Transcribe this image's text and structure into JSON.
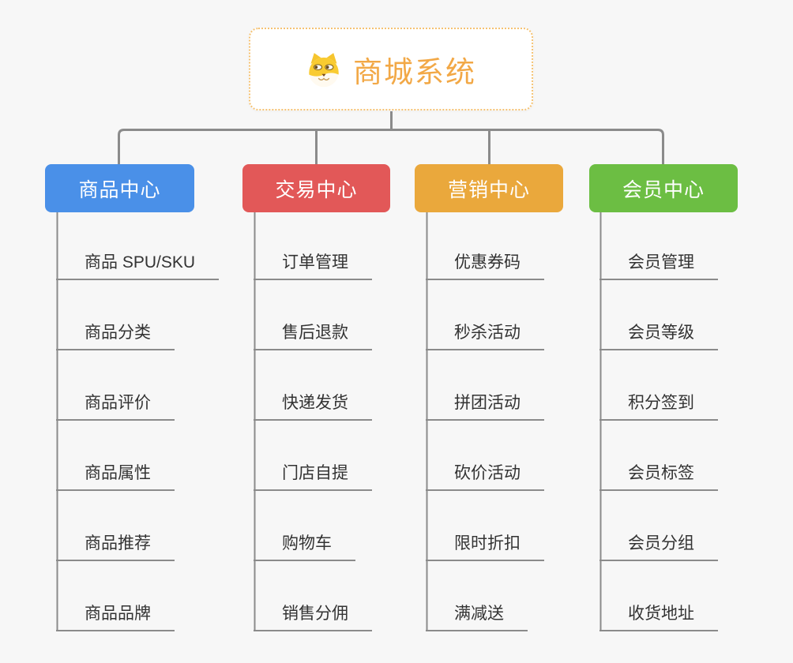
{
  "canvas": {
    "background": "#f7f7f7",
    "connector_color": "#8b8b8b"
  },
  "root": {
    "title": "商城系统",
    "icon": "shiba-dog-icon",
    "text_color": "#f2a846",
    "border_color": "#f5c272"
  },
  "branches": [
    {
      "label": "商品中心",
      "color": "#4a90e8",
      "items": [
        "商品 SPU/SKU",
        "商品分类",
        "商品评价",
        "商品属性",
        "商品推荐",
        "商品品牌"
      ]
    },
    {
      "label": "交易中心",
      "color": "#e25858",
      "items": [
        "订单管理",
        "售后退款",
        "快递发货",
        "门店自提",
        "购物车",
        "销售分佣"
      ]
    },
    {
      "label": "营销中心",
      "color": "#eaa83c",
      "items": [
        "优惠券码",
        "秒杀活动",
        "拼团活动",
        "砍价活动",
        "限时折扣",
        "满减送"
      ]
    },
    {
      "label": "会员中心",
      "color": "#6cbe43",
      "items": [
        "会员管理",
        "会员等级",
        "积分签到",
        "会员标签",
        "会员分组",
        "收货地址"
      ]
    }
  ]
}
